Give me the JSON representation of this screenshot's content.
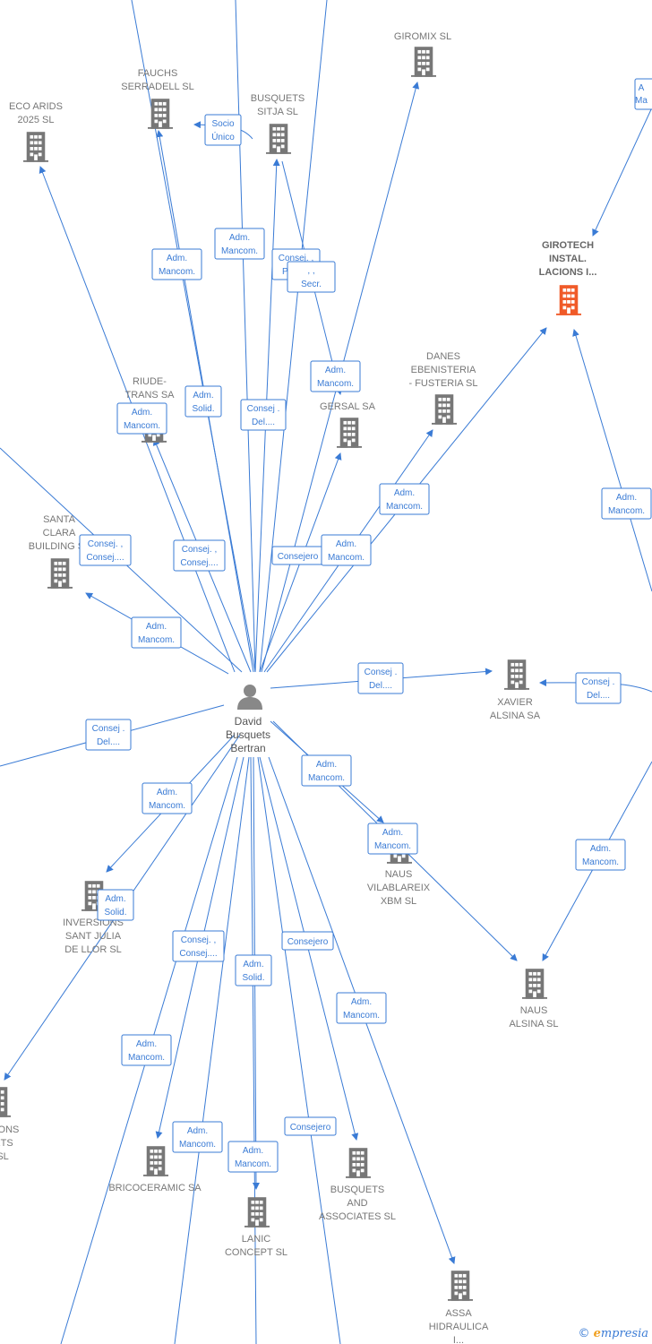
{
  "person": {
    "label": [
      "David",
      "Busquets",
      "Bertran"
    ],
    "icon": "person-icon"
  },
  "companies": [
    {
      "id": "giromix",
      "lines": [
        "GIROMIX SL"
      ],
      "icon": "building-icon"
    },
    {
      "id": "fauchs",
      "lines": [
        "FAUCHS",
        "SERRADELL SL"
      ],
      "icon": "building-icon"
    },
    {
      "id": "busquets-sitja",
      "lines": [
        "BUSQUETS",
        "SITJA SL"
      ],
      "icon": "building-icon"
    },
    {
      "id": "eco-arids",
      "lines": [
        "ECO ARIDS",
        "2025  SL"
      ],
      "icon": "building-icon"
    },
    {
      "id": "girotech",
      "lines": [
        "GIROTECH",
        "INSTAL.",
        "LACIONS I..."
      ],
      "icon": "building-icon",
      "highlight": true,
      "color": "#f05a28"
    },
    {
      "id": "top-right",
      "lines": [
        "A",
        "Ma"
      ],
      "icon": "building-icon"
    },
    {
      "id": "riude",
      "lines": [
        "RIUDE-",
        "TRANS SA"
      ],
      "icon": "building-icon"
    },
    {
      "id": "gersal",
      "lines": [
        "GERSAL SA"
      ],
      "icon": "building-icon"
    },
    {
      "id": "danes",
      "lines": [
        "DANES",
        "EBENISTERIA",
        "-  FUSTERIA  SL"
      ],
      "icon": "building-icon"
    },
    {
      "id": "santa-clara",
      "lines": [
        "SANTA",
        "CLARA",
        "BUILDING  SL"
      ],
      "icon": "building-icon"
    },
    {
      "id": "xavier",
      "lines": [
        "XAVIER",
        "ALSINA SA"
      ],
      "icon": "building-icon"
    },
    {
      "id": "naus-vila",
      "lines": [
        "NAUS",
        "VILABLAREIX",
        "XBM  SL"
      ],
      "icon": "building-icon"
    },
    {
      "id": "inversions",
      "lines": [
        "INVERSIONS",
        "SANT JULIA",
        "DE LLOR SL"
      ],
      "icon": "building-icon"
    },
    {
      "id": "naus-alsina",
      "lines": [
        "NAUS",
        "ALSINA SL"
      ],
      "icon": "building-icon"
    },
    {
      "id": "construccions",
      "lines": [
        "CCIONS",
        "UETS",
        "I  SL"
      ],
      "icon": "building-icon"
    },
    {
      "id": "bricoceramic",
      "lines": [
        "BRICOCERAMIC SA"
      ],
      "icon": "building-icon"
    },
    {
      "id": "busquets-assoc",
      "lines": [
        "BUSQUETS",
        "AND",
        "ASSOCIATES SL"
      ],
      "icon": "building-icon"
    },
    {
      "id": "lanic",
      "lines": [
        "LANIC",
        "CONCEPT SL"
      ],
      "icon": "building-icon"
    },
    {
      "id": "assa",
      "lines": [
        "ASSA",
        "HIDRAULICA",
        "I..."
      ],
      "icon": "building-icon"
    }
  ],
  "edge_labels": [
    {
      "id": "socio-unico",
      "lines": [
        "Socio",
        "Único"
      ]
    },
    {
      "id": "adm-mancom-1",
      "lines": [
        "Adm.",
        "Mancom."
      ]
    },
    {
      "id": "adm-mancom-2",
      "lines": [
        "Adm.",
        "Mancom."
      ]
    },
    {
      "id": "consej-presid",
      "lines": [
        "Consej. ,",
        "Presid."
      ]
    },
    {
      "id": "secr",
      "lines": [
        ", ,",
        "Secr."
      ]
    },
    {
      "id": "adm-mancom-3",
      "lines": [
        "Adm.",
        "Mancom."
      ]
    },
    {
      "id": "adm-solid-1",
      "lines": [
        "Adm.",
        "Solid."
      ]
    },
    {
      "id": "consej-del-1",
      "lines": [
        "Consej .",
        "Del...."
      ]
    },
    {
      "id": "adm-mancom-4",
      "lines": [
        "Adm.",
        "Mancom."
      ]
    },
    {
      "id": "adm-mancom-5",
      "lines": [
        "Adm.",
        "Mancom."
      ]
    },
    {
      "id": "consej-consej-1",
      "lines": [
        "Consej. ,",
        "Consej...."
      ]
    },
    {
      "id": "consej-consej-2",
      "lines": [
        "Consej. ,",
        "Consej...."
      ]
    },
    {
      "id": "consejero-1",
      "lines": [
        "Consejero"
      ]
    },
    {
      "id": "adm-mancom-6",
      "lines": [
        "Adm.",
        "Mancom."
      ]
    },
    {
      "id": "adm-mancom-7",
      "lines": [
        "Adm.",
        "Mancom."
      ]
    },
    {
      "id": "adm-mancom-8",
      "lines": [
        "Adm.",
        "Mancom."
      ]
    },
    {
      "id": "consej-del-2",
      "lines": [
        "Consej .",
        "Del...."
      ]
    },
    {
      "id": "consej-del-3",
      "lines": [
        "Consej .",
        "Del...."
      ]
    },
    {
      "id": "consej-del-4",
      "lines": [
        "Consej .",
        "Del...."
      ]
    },
    {
      "id": "adm-mancom-9",
      "lines": [
        "Adm.",
        "Mancom."
      ]
    },
    {
      "id": "adm-mancom-10",
      "lines": [
        "Adm.",
        "Mancom."
      ]
    },
    {
      "id": "adm-mancom-11",
      "lines": [
        "Adm.",
        "Mancom."
      ]
    },
    {
      "id": "adm-solid-2",
      "lines": [
        "Adm.",
        "Solid."
      ]
    },
    {
      "id": "adm-mancom-12",
      "lines": [
        "Adm.",
        "Mancom."
      ]
    },
    {
      "id": "consej-consej-3",
      "lines": [
        "Consej. ,",
        "Consej...."
      ]
    },
    {
      "id": "consejero-2",
      "lines": [
        "Consejero"
      ]
    },
    {
      "id": "adm-solid-3",
      "lines": [
        "Adm.",
        "Solid."
      ]
    },
    {
      "id": "adm-mancom-13",
      "lines": [
        "Adm.",
        "Mancom."
      ]
    },
    {
      "id": "adm-mancom-14",
      "lines": [
        "Adm.",
        "Mancom."
      ]
    },
    {
      "id": "adm-mancom-15",
      "lines": [
        "Adm.",
        "Mancom."
      ]
    },
    {
      "id": "consejero-3",
      "lines": [
        "Consejero"
      ]
    },
    {
      "id": "adm-mancom-16",
      "lines": [
        "Adm.",
        "Mancom."
      ]
    }
  ],
  "footer": {
    "copyright": "©",
    "brand_first": "e",
    "brand_rest": "mpresia"
  },
  "colors": {
    "edge": "#3a7bd5",
    "building": "#777777",
    "highlight": "#f05a28"
  }
}
